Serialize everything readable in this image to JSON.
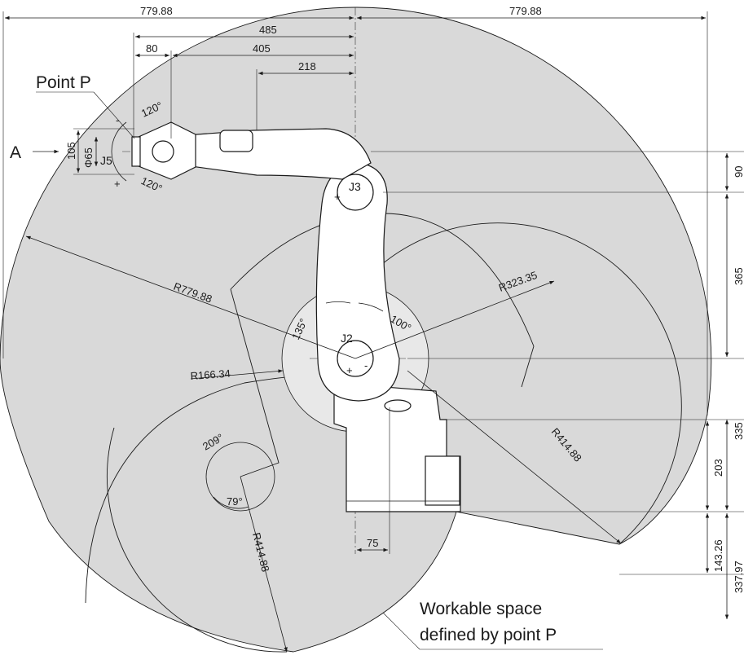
{
  "colors": {
    "workspace_fill": "#d9d9d9",
    "line": "#1a1a1a",
    "background": "#ffffff"
  },
  "labels": {
    "point_p": "Point P",
    "view_a": "A",
    "workable_line1": "Workable space",
    "workable_line2": "defined by point P",
    "j2": "J2",
    "j3": "J3",
    "j5": "J5"
  },
  "dimensions": {
    "top_left": "779.88",
    "top_right": "779.88",
    "d485": "485",
    "d80": "80",
    "d405": "405",
    "d218": "218",
    "d90": "90",
    "d365": "365",
    "d335": "335",
    "d203": "203",
    "d143": "143.26",
    "d337": "337.97",
    "d75": "75",
    "d105": "105",
    "phi65": "Φ65",
    "r779": "R779.88",
    "r323": "R323.35",
    "r166": "R166.34",
    "r414_right": "R414.88",
    "r414_left": "R414.88"
  },
  "angles": {
    "j5_top": "120°",
    "j5_bottom": "120°",
    "j2_left": "135°",
    "j2_right": "100°",
    "j3_large": "209°",
    "j3_small": "79°"
  },
  "signs": {
    "plus": "+",
    "minus": "-"
  }
}
